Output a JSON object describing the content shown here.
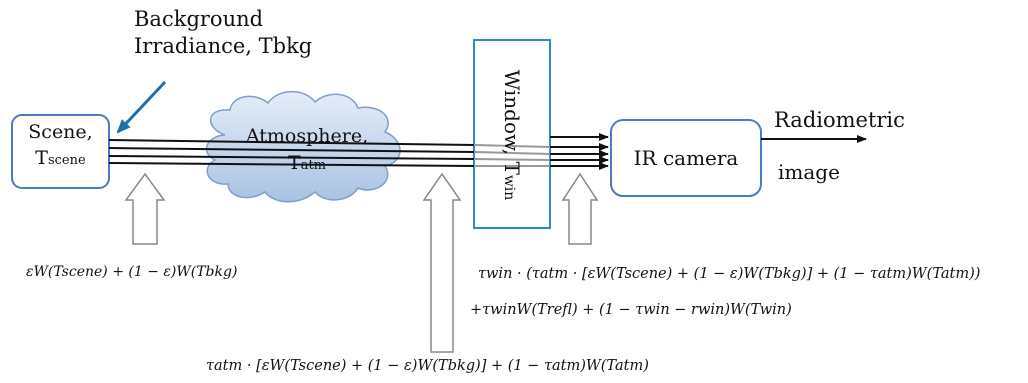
{
  "labels": {
    "background_line1": "Background",
    "background_line2": "Irradiance, Tbkg",
    "scene_line1": "Scene,",
    "scene_T": "T",
    "scene_sub": "scene",
    "atm_line1": "Atmosphere,",
    "atm_T": "T",
    "atm_sub": "atm",
    "window_label": "Window,",
    "window_T": "T",
    "window_sub": "win",
    "camera": "IR camera",
    "radiometric": "Radiometric",
    "image": "image"
  },
  "equations": {
    "scene_emission": "εW(Tscene) + (1 − ε)W(Tbkg)",
    "after_atmosphere": "τatm · [εW(Tscene) + (1 − ε)W(Tbkg)] + (1 − τatm)W(Tatm)",
    "after_window_line1": "τwin · (τatm · [εW(Tscene) + (1 − ε)W(Tbkg)] + (1 − τatm)W(Tatm))",
    "after_window_line2": "+τwinW(Trefl) + (1 − τwin − rwin)W(Twin)"
  },
  "colors": {
    "box_border": "#4a7cc4",
    "window_border": "#2a8fbd",
    "cloud_fill": "#c9d9ee",
    "cloud_stroke": "#7f9fc8",
    "arrow_blue": "#1f6fae"
  }
}
